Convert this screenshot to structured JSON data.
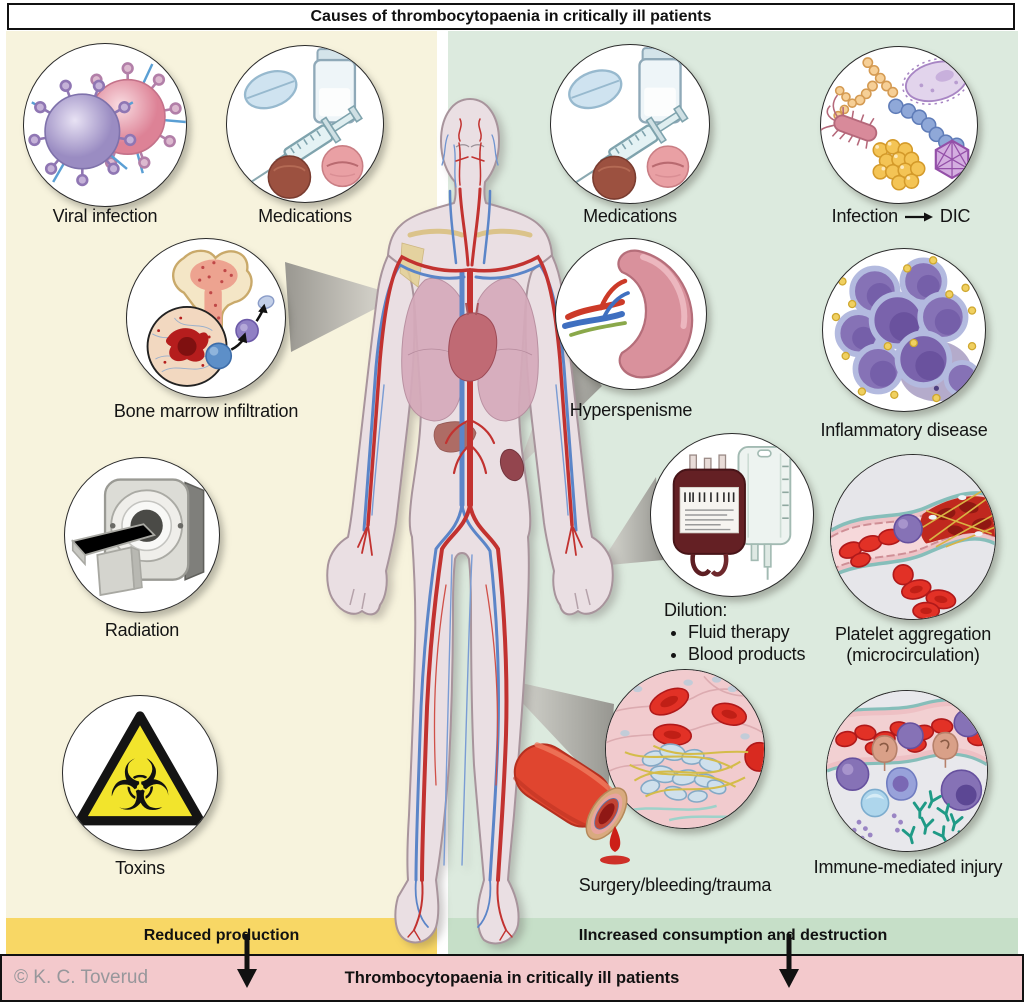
{
  "title": "Causes of thrombocytopaenia in critically ill patients",
  "panels": {
    "left": {
      "bar_label": "Reduced production",
      "items": [
        {
          "label": "Viral infection",
          "icon": "virus-icon"
        },
        {
          "label": "Medications",
          "icon": "medications-icon"
        },
        {
          "label": "Bone marrow infiltration",
          "icon": "bone-marrow-icon"
        },
        {
          "label": "Radiation",
          "icon": "ct-scanner-icon"
        },
        {
          "label": "Toxins",
          "icon": "biohazard-icon"
        }
      ]
    },
    "right": {
      "bar_label": "IIncreased consumption and destruction",
      "items": [
        {
          "label": "Medications",
          "icon": "medications-icon"
        },
        {
          "label": "Infection",
          "arrow_to": "DIC",
          "icon": "microbes-icon"
        },
        {
          "label": "Hyperspenisme",
          "icon": "spleen-icon"
        },
        {
          "label": "Inflammatory disease",
          "icon": "inflammatory-cells-icon"
        },
        {
          "label": "Dilution:",
          "bullets": [
            "Fluid therapy",
            "Blood products"
          ],
          "icon": "blood-bag-icon"
        },
        {
          "label": "Platelet aggregation",
          "label_line2": "(microcirculation)",
          "icon": "platelet-aggregation-icon"
        },
        {
          "label": "Surgery/bleeding/trauma",
          "icon": "wound-clot-icon"
        },
        {
          "label": "Immune-mediated injury",
          "icon": "antibody-vessel-icon"
        }
      ]
    }
  },
  "footer": {
    "conclusion": "Thrombocytopaenia in critically ill patients",
    "copyright": "© K. C. Toverud"
  },
  "icons": {
    "biohazard_glyph": "☣"
  },
  "colors": {
    "left_panel_bg": "#f7f3dd",
    "right_panel_bg": "#dceade",
    "left_bar_bg": "#f8d765",
    "right_bar_bg": "#c6dfc8",
    "footer_bar_bg": "#f3c9cc",
    "artery_red": "#c23230",
    "vein_blue": "#5b85c8"
  }
}
